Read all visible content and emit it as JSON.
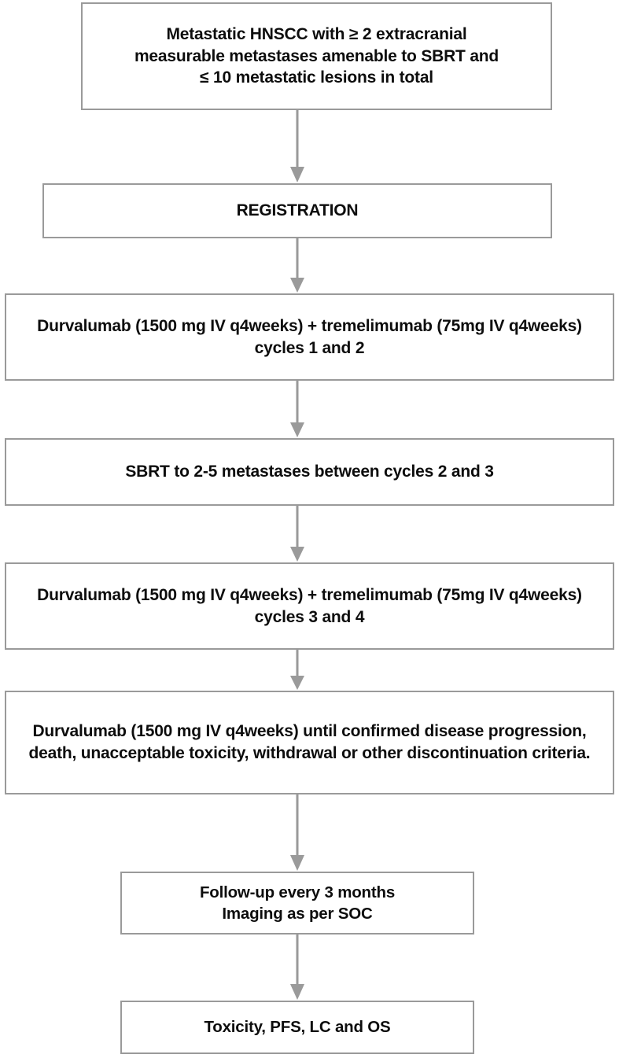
{
  "diagram": {
    "title": "Study schema flowchart",
    "orientation": "top-to-bottom",
    "border_color": "#9a9a9a",
    "arrow_color": "#9a9a9a",
    "text_color": "#0d0d0d",
    "background_color": "#ffffff",
    "nodes": [
      {
        "id": "eligibility",
        "name": "eligibility-criteria-box",
        "text": "Metastatic HNSCC with ≥ 2 extracranial measurable metastases amenable to SBRT and ≤ 10 metastatic lesions in total"
      },
      {
        "id": "registration",
        "name": "registration-box",
        "text": "REGISTRATION"
      },
      {
        "id": "cycles-1-2",
        "name": "treatment-cycles-1-2-box",
        "text": "Durvalumab (1500 mg IV q4weeks) + tremelimumab (75mg IV q4weeks) cycles 1 and 2"
      },
      {
        "id": "sbrt",
        "name": "sbrt-box",
        "text": "SBRT to 2-5 metastases between cycles 2 and 3"
      },
      {
        "id": "cycles-3-4",
        "name": "treatment-cycles-3-4-box",
        "text": "Durvalumab (1500 mg IV q4weeks) + tremelimumab (75mg IV q4weeks) cycles 3 and 4"
      },
      {
        "id": "maintenance",
        "name": "maintenance-durvalumab-box",
        "text": "Durvalumab (1500 mg IV q4weeks) until confirmed disease progression, death, unacceptable toxicity, withdrawal or other discontinuation criteria."
      },
      {
        "id": "follow-up",
        "name": "follow-up-box",
        "text": "Follow-up  every 3 months\nImaging as per SOC"
      },
      {
        "id": "endpoints",
        "name": "endpoints-box",
        "text": "Toxicity, PFS, LC and OS"
      }
    ],
    "connectors": [
      {
        "from": "eligibility",
        "to": "registration"
      },
      {
        "from": "registration",
        "to": "cycles-1-2"
      },
      {
        "from": "cycles-1-2",
        "to": "sbrt"
      },
      {
        "from": "sbrt",
        "to": "cycles-3-4"
      },
      {
        "from": "cycles-3-4",
        "to": "maintenance"
      },
      {
        "from": "maintenance",
        "to": "follow-up"
      },
      {
        "from": "follow-up",
        "to": "endpoints"
      }
    ]
  }
}
